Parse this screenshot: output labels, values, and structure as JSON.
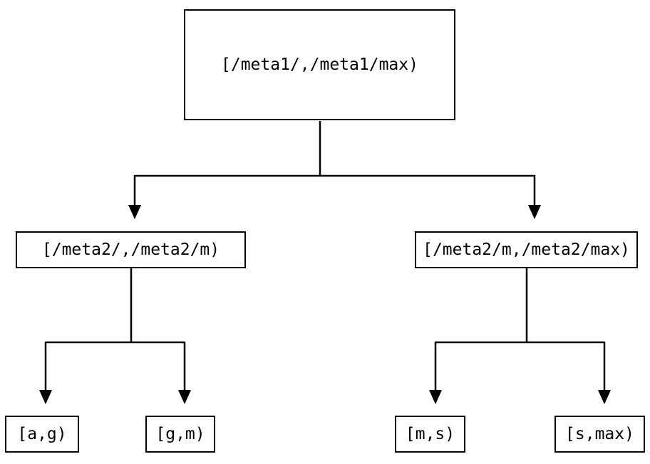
{
  "colors": {
    "background": "#ffffff",
    "node_border": "#000000",
    "node_fill": "#ffffff",
    "edge_stroke": "#000000",
    "text": "#000000"
  },
  "nodes": {
    "root": {
      "label": "[/meta1/,/meta1/max)"
    },
    "left": {
      "label": "[/meta2/,/meta2/m)"
    },
    "right": {
      "label": "[/meta2/m,/meta2/max)"
    },
    "leaf1": {
      "label": "[a,g)"
    },
    "leaf2": {
      "label": "[g,m)"
    },
    "leaf3": {
      "label": "[m,s)"
    },
    "leaf4": {
      "label": "[s,max)"
    }
  },
  "edges": [
    {
      "from": "root",
      "to": "left",
      "arrow": "down"
    },
    {
      "from": "root",
      "to": "right",
      "arrow": "down"
    },
    {
      "from": "left",
      "to": "leaf1",
      "arrow": "down"
    },
    {
      "from": "left",
      "to": "leaf2",
      "arrow": "down"
    },
    {
      "from": "right",
      "to": "leaf3",
      "arrow": "down"
    },
    {
      "from": "right",
      "to": "leaf4",
      "arrow": "down"
    }
  ]
}
